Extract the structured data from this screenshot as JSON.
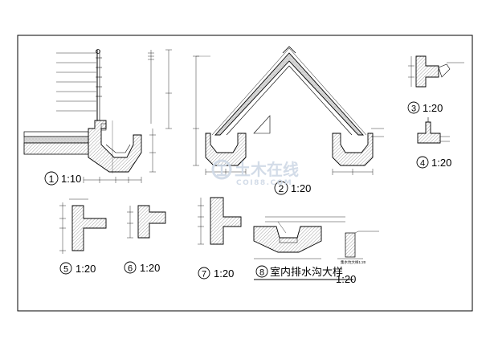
{
  "drawing": {
    "details": [
      {
        "num": "1",
        "scale": "1:10"
      },
      {
        "num": "2",
        "scale": "1:20"
      },
      {
        "num": "3",
        "scale": "1:20"
      },
      {
        "num": "4",
        "scale": "1:20"
      },
      {
        "num": "5",
        "scale": "1:20"
      },
      {
        "num": "6",
        "scale": "1:20"
      },
      {
        "num": "7",
        "scale": "1:20"
      },
      {
        "num": "8",
        "scale": "1:20",
        "title": "室内排水沟大样"
      }
    ],
    "small_note": "集水坑大样1:20",
    "watermark": {
      "cn": "土木在线",
      "en": "COI88.COM"
    }
  },
  "colors": {
    "line": "#000000",
    "hatch": "#9a9a9a",
    "watermark": "#cfd9e6"
  }
}
